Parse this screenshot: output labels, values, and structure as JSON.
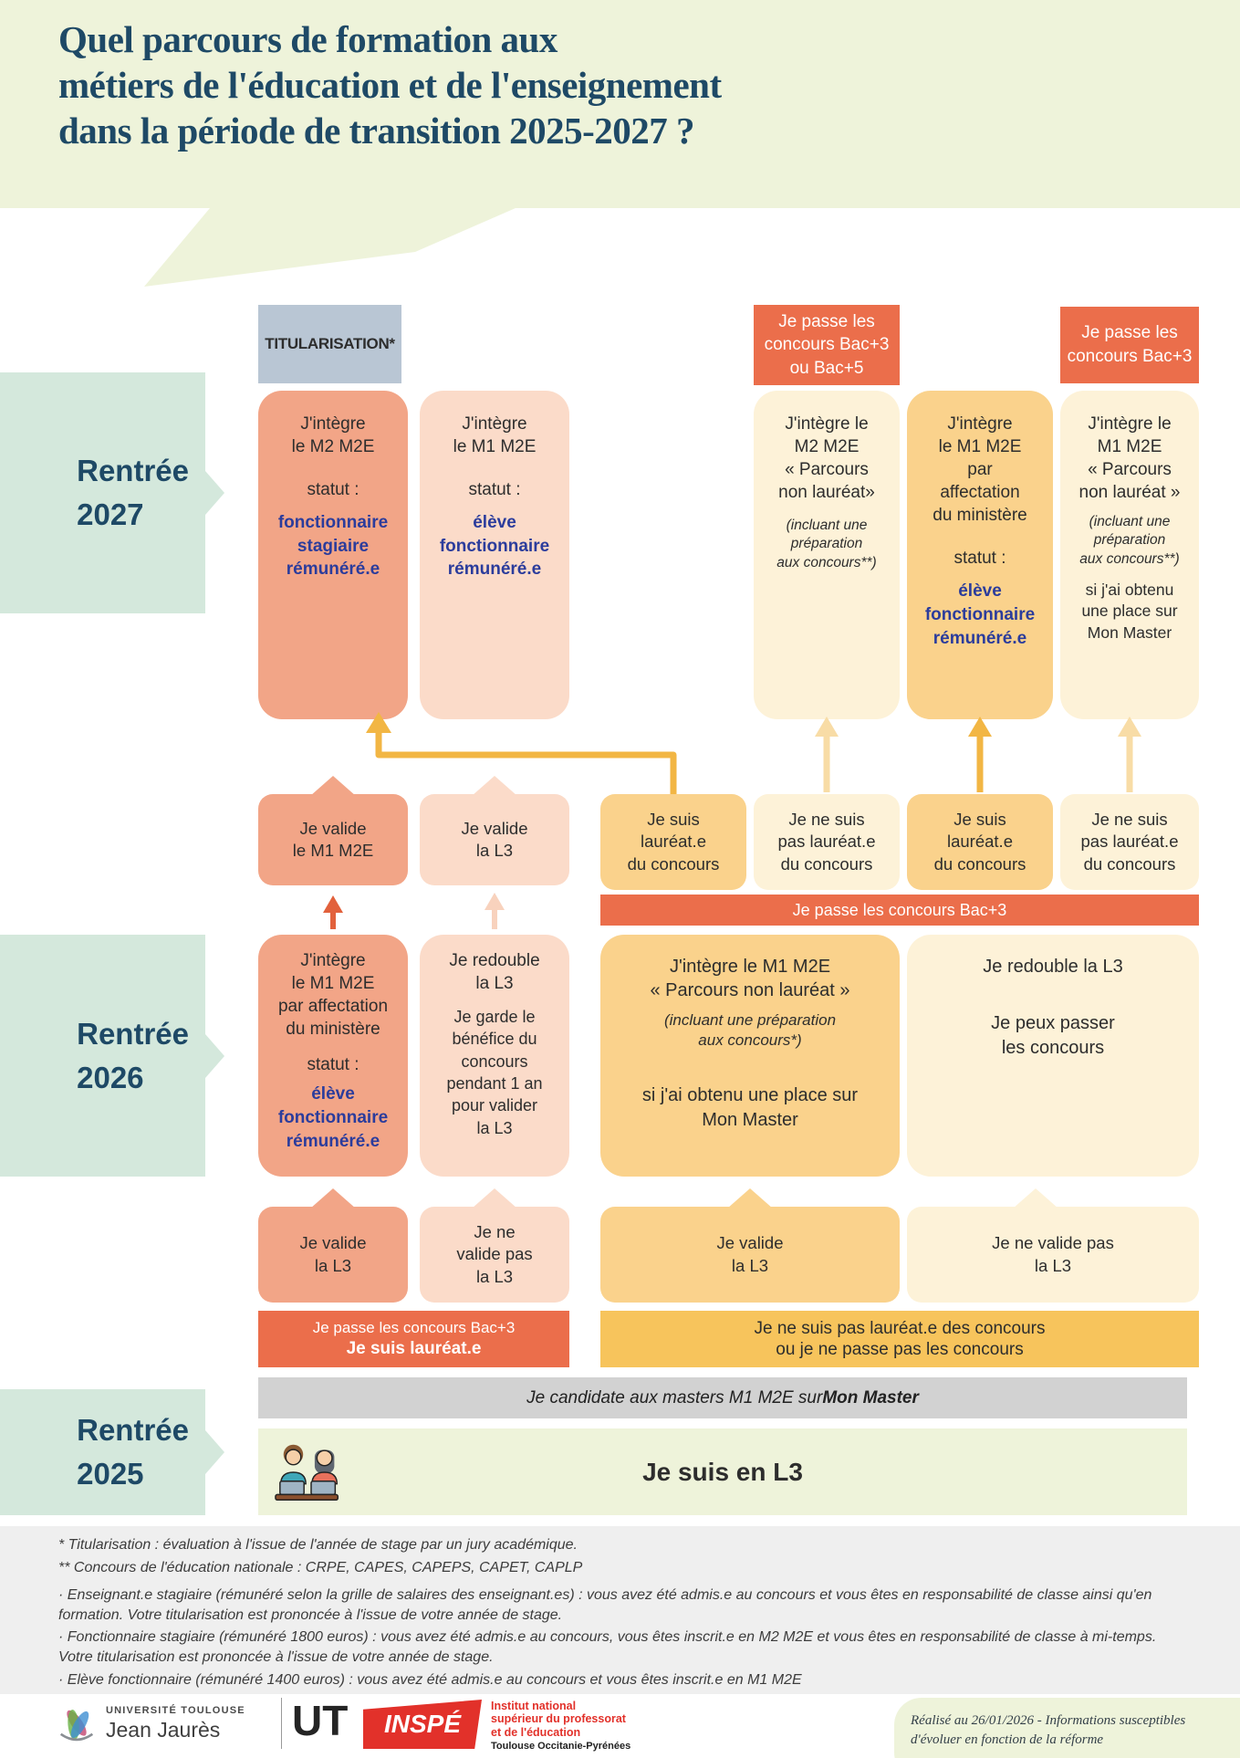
{
  "colors": {
    "banner_bg": "#EEF3DA",
    "title_text": "#1E4966",
    "timeline_label_bg": "#D4E8DC",
    "salmon_box": "#F2A587",
    "pink_box": "#FBDBC9",
    "cream_box": "#FDF2D8",
    "amber_box": "#FAD28C",
    "orange_badge": "#EB6E4B",
    "gold_bar": "#F7C45C",
    "gray_bar": "#D2D2D2",
    "titularisation_bg": "#B9C6D4",
    "status_blue": "#2B3C9C",
    "arrow_gold": "#F2B644",
    "arrow_pale_gold": "#F8DCA6",
    "arrow_red": "#E2613C",
    "arrow_pink": "#F8D2BD",
    "footer_band_bg": "#EFEFEF",
    "inspe_red": "#E2312A"
  },
  "header": {
    "title": "Quel parcours de formation aux\nmétiers de l'éducation et de l'enseignement\ndans la période de transition 2025-2027 ?"
  },
  "timeline": [
    {
      "label": "Rentrée\n2027"
    },
    {
      "label": "Rentrée\n2026"
    },
    {
      "label": "Rentrée\n2025"
    }
  ],
  "row2027": {
    "titularisation": "TITULARISATION*",
    "badge_bac3_or_5": "Je passe les\nconcours Bac+3\nou Bac+5",
    "badge_bac3": "Je passe les\nconcours Bac+3",
    "box_m2_fonctionnaire": {
      "title": "J'intègre\nle M2 M2E",
      "status_label": "statut :",
      "status_value": "fonctionnaire\nstagiaire\nrémunéré.e"
    },
    "box_m1_eleve": {
      "title": "J'intègre\nle M1 M2E",
      "status_label": "statut :",
      "status_value": "élève\nfonctionnaire\nrémunéré.e"
    },
    "box_m2_non_laureat": {
      "title": "J'intègre le\nM2 M2E\n« Parcours\nnon lauréat»",
      "note": "(incluant une\npréparation\naux concours**)"
    },
    "box_m1_affectation": {
      "title": "J'intègre\nle M1 M2E\npar\naffectation\ndu ministère",
      "status_label": "statut :",
      "status_value": "élève\nfonctionnaire\nrémunéré.e"
    },
    "box_m1_non_laureat": {
      "title": "J'intègre le\nM1 M2E\n« Parcours\nnon lauréat »",
      "note": "(incluant une\npréparation\naux concours**)",
      "extra": "si j'ai obtenu\nune place sur\nMon Master"
    }
  },
  "outcomes2027": {
    "valide_m1": "Je valide\nle M1 M2E",
    "valide_l3": "Je valide\nla L3",
    "laureat_a": "Je suis\nlauréat.e\ndu concours",
    "non_laureat_a": "Je ne suis\npas lauréat.e\ndu concours",
    "laureat_b": "Je suis\nlauréat.e\ndu concours",
    "non_laureat_b": "Je ne suis\npas lauréat.e\ndu concours",
    "bar_concours_bac3": "Je passe les concours Bac+3"
  },
  "row2026": {
    "box_m1_affectation": {
      "title": "J'intègre\nle M1 M2E\npar affectation\ndu ministère",
      "status_label": "statut :",
      "status_value": "élève\nfonctionnaire\nrémunéré.e"
    },
    "box_redouble_benefice": {
      "title": "Je redouble\nla L3",
      "body": "Je garde le\nbénéfice du\nconcours\npendant 1 an\npour valider\nla L3"
    },
    "box_m1_non_laureat": {
      "title": "J'intègre le M1 M2E\n« Parcours non lauréat »",
      "note": "(incluant une préparation\naux concours*)",
      "extra": "si j'ai obtenu une place sur\nMon Master"
    },
    "box_redouble_concours": {
      "title": "Je redouble la L3",
      "body": "Je peux passer\nles concours"
    }
  },
  "outcomes2026": {
    "valide_l3_a": "Je valide\nla L3",
    "non_valide_l3_a": "Je ne\nvalide pas\nla L3",
    "valide_l3_b": "Je valide\nla L3",
    "non_valide_l3_b": "Je ne valide pas\nla L3",
    "bar_laureat": {
      "line1": "Je passe les concours Bac+3",
      "line2": "Je suis lauréat.e"
    },
    "bar_non_laureat": {
      "line1": "Je ne suis pas lauréat.e  des concours",
      "line2": "ou je ne passe pas les concours"
    }
  },
  "row2025": {
    "candidate_prefix": "Je candidate aux masters M1 M2E sur ",
    "candidate_bold": "Mon Master",
    "l3": "Je suis en L3"
  },
  "footnotes": [
    "* Titularisation : évaluation à l'issue de l'année de stage par un jury académique.",
    "** Concours de l'éducation nationale : CRPE, CAPES, CAPEPS, CAPET, CAPLP",
    "·   Enseignant.e stagiaire (rémunéré selon la grille de salaires des enseignant.es) : vous avez été admis.e au concours et vous êtes en responsabilité de classe ainsi qu'en formation. Votre titularisation est prononcée à l'issue de votre année de stage.",
    "·   Fonctionnaire stagiaire (rémunéré 1800 euros) : vous avez été admis.e au concours, vous êtes inscrit.e en M2 M2E et  vous êtes en responsabilité de classe à mi-temps. Votre titularisation est prononcée à l'issue de votre année de stage.",
    "·   Elève fonctionnaire (rémunéré 1400 euros) : vous avez été admis.e au concours et vous êtes inscrit.e en M1 M2E"
  ],
  "footer": {
    "univ_name": "UNIVERSITÉ TOULOUSE",
    "univ_sub": "Jean Jaurès",
    "ut_monogram": "UT",
    "inspe_acronym": "INSPÉ",
    "inspe_desc": "Institut national\nsupérieur du professorat\net de l'éducation",
    "inspe_region": "Toulouse Occitanie-Pyrénées",
    "credit": "Réalisé au 26/01/2026 - Informations susceptibles\nd'évoluer en fonction de la réforme"
  }
}
